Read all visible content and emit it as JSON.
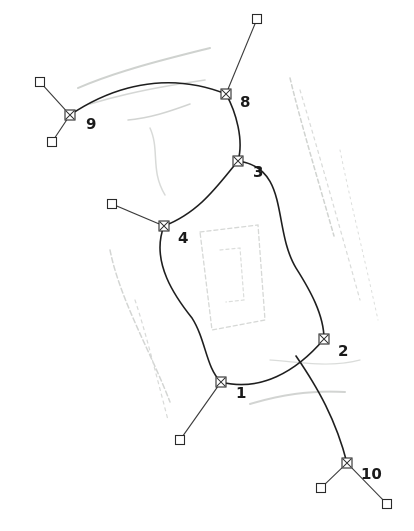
{
  "colors": {
    "background": "#ffffff",
    "curve": "#1e1e1e",
    "handle_line": "#3a3a3a",
    "control_point_stroke": "#2a2a2a",
    "control_point_fill": "#ffffff",
    "sketch": "#c9ccc9"
  },
  "diagram": {
    "node_labels": {
      "n1": "1",
      "n2": "2",
      "n3": "3",
      "n4": "4",
      "n8": "8",
      "n9": "9",
      "n10": "10"
    }
  }
}
